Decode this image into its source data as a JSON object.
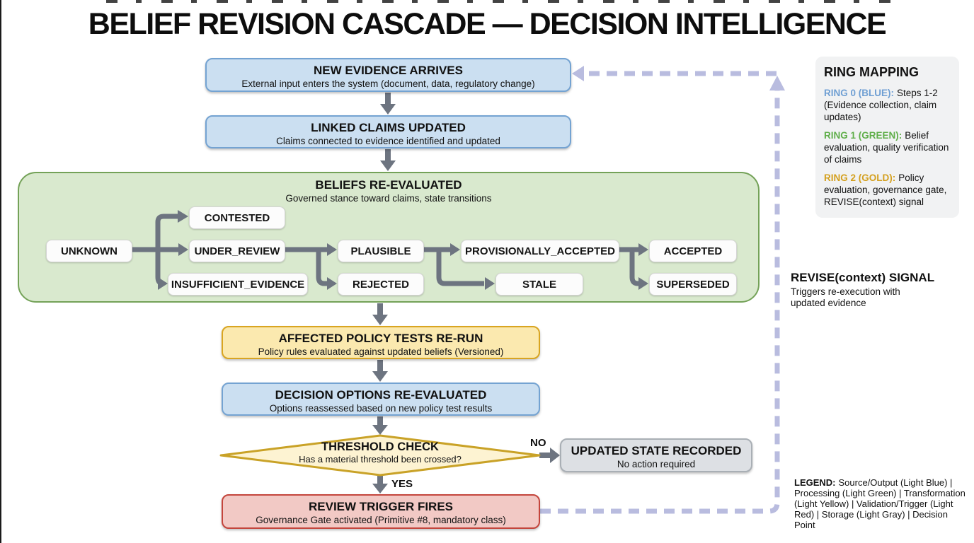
{
  "title": "BELIEF REVISION CASCADE — DECISION INTELLIGENCE",
  "flow": {
    "new_evidence": {
      "title": "NEW EVIDENCE ARRIVES",
      "subtitle": "External input enters the system (document, data, regulatory change)"
    },
    "linked_claims": {
      "title": "LINKED CLAIMS UPDATED",
      "subtitle": "Claims connected to evidence identified and updated"
    },
    "beliefs": {
      "title": "BELIEFS RE-EVALUATED",
      "subtitle": "Governed stance toward claims, state transitions"
    },
    "policy_tests": {
      "title": "AFFECTED POLICY TESTS RE-RUN",
      "subtitle": "Policy rules evaluated against updated beliefs (Versioned)"
    },
    "decision_options": {
      "title": "DECISION OPTIONS RE-EVALUATED",
      "subtitle": "Options reassessed based on new policy test results"
    },
    "threshold_check": {
      "title": "THRESHOLD CHECK",
      "subtitle": "Has a material threshold been crossed?"
    },
    "updated_state": {
      "title": "UPDATED STATE RECORDED",
      "subtitle": "No action required"
    },
    "review_trigger": {
      "title": "REVIEW TRIGGER FIRES",
      "subtitle": "Governance Gate activated (Primitive #8, mandatory class)"
    },
    "labels": {
      "no": "NO",
      "yes": "YES"
    }
  },
  "states": {
    "unknown": "UNKNOWN",
    "contested": "CONTESTED",
    "under_review": "UNDER_REVIEW",
    "insufficient_evidence": "INSUFFICIENT_EVIDENCE",
    "plausible": "PLAUSIBLE",
    "rejected": "REJECTED",
    "provisionally_accepted": "PROVISIONALLY_ACCEPTED",
    "stale": "STALE",
    "accepted": "ACCEPTED",
    "superseded": "SUPERSEDED"
  },
  "ring_mapping": {
    "title": "RING MAPPING",
    "entries": [
      {
        "label": "RING 0 (BLUE):",
        "text": "Steps 1-2 (Evidence collection, claim updates)",
        "color": "#6f9fd3"
      },
      {
        "label": "RING 1 (GREEN):",
        "text": "Belief evaluation, quality verification of claims",
        "color": "#5fae49"
      },
      {
        "label": "RING 2 (GOLD):",
        "text": "Policy evaluation, governance gate, REVISE(context) signal",
        "color": "#d4a01e"
      }
    ]
  },
  "revise_signal": {
    "title": "REVISE(context) SIGNAL",
    "subtitle": "Triggers re-execution with updated evidence"
  },
  "legend": {
    "label": "LEGEND:",
    "text": "Source/Output (Light Blue) | Processing (Light Green) | Transformation (Light Yellow) | Validation/Trigger (Light Red) | Storage (Light Gray) | Decision Point"
  },
  "colors": {
    "source_output_fill": "#cbdff1",
    "source_output_border": "#74a3d2",
    "processing_fill": "#d9e9ce",
    "processing_border": "#74a258",
    "transformation_fill": "#fbe9af",
    "transformation_border": "#d9a521",
    "decision_fill": "#fdf3d2",
    "decision_border": "#c9a227",
    "storage_fill": "#dde0e4",
    "storage_border": "#a9afb5",
    "trigger_fill": "#f2c9c5",
    "trigger_border": "#c4453c",
    "arrow": "#6d7480",
    "feedback_dash": "#b9bcdf"
  }
}
